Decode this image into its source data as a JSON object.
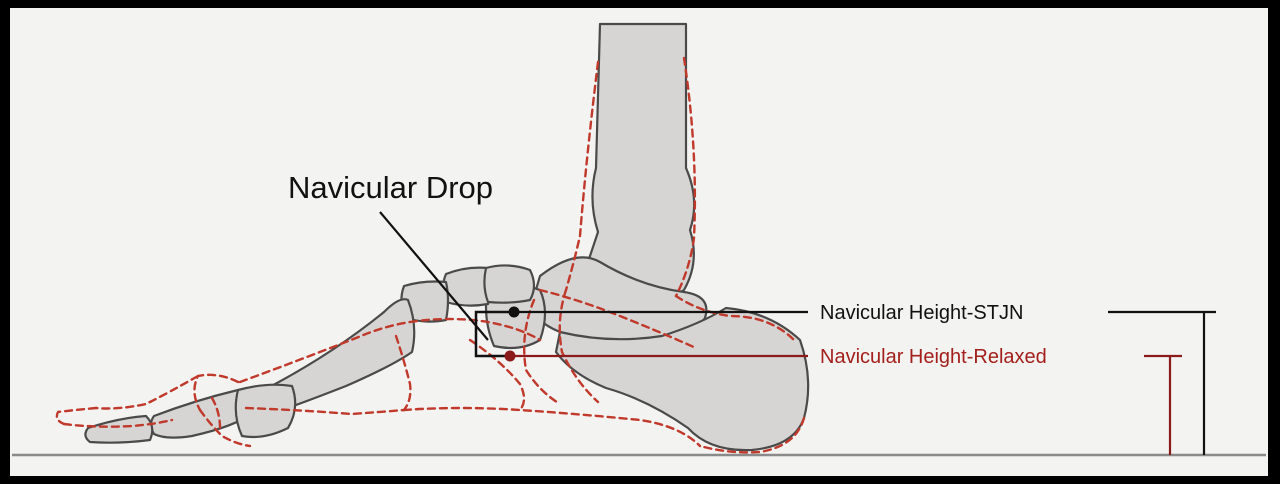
{
  "diagram": {
    "labels": {
      "navicular_drop": "Navicular Drop",
      "height_stjn": "Navicular Height-STJN",
      "height_relaxed": "Navicular Height-Relaxed"
    },
    "colors": {
      "background": "#f3f3f2",
      "frame": "#000000",
      "bone_fill": "#d6d5d4",
      "bone_outline": "#4a4a4a",
      "stjn": "#111111",
      "relaxed": "#c0392b",
      "ground": "#8a8a8a"
    }
  }
}
